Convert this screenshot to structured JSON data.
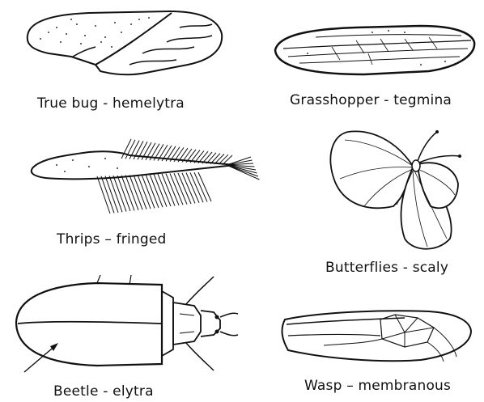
{
  "figure": {
    "panels": [
      {
        "id": "true-bug",
        "caption": "True bug - hemelytra"
      },
      {
        "id": "grasshopper",
        "caption": "Grasshopper - tegmina"
      },
      {
        "id": "thrips",
        "caption": "Thrips – fringed"
      },
      {
        "id": "butterfly",
        "caption": "Butterflies - scaly"
      },
      {
        "id": "beetle",
        "caption": "Beetle - elytra"
      },
      {
        "id": "wasp",
        "caption": "Wasp – membranous"
      }
    ]
  }
}
